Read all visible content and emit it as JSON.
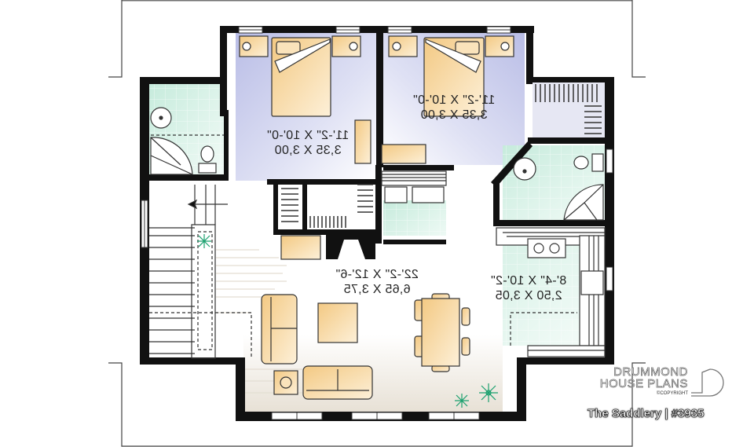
{
  "plan": {
    "name": "The Saddlery",
    "plan_number": "#3935",
    "title_line": "The Saddlery | #3935",
    "mirrored": true
  },
  "brand": {
    "line1": "DRUMMOND",
    "line2": "HOUSE PLANS",
    "copyright": "©COPYRIGHT"
  },
  "rooms": [
    {
      "id": "bedroom-left",
      "imperial": "11'-2\" X 10'-0\"",
      "metric": "3,35 X 3,00"
    },
    {
      "id": "bedroom-right",
      "imperial": "11'-2\" X 10'-0\"",
      "metric": "3,35 X 3,00"
    },
    {
      "id": "living-dining",
      "imperial": "22'-2\" X 12'-6\"",
      "metric": "6,65 X 3,75"
    },
    {
      "id": "kitchen",
      "imperial": "8'-4\" X 10'-2\"",
      "metric": "2,50 X 3,05"
    }
  ],
  "colors": {
    "wall": "#111111",
    "bedroom_fill": "#c9cdeb",
    "bath_fill": "#cfeee2",
    "furniture": "#f6d9a4",
    "furniture_stroke": "#333333",
    "plant": "#1aa06e"
  }
}
